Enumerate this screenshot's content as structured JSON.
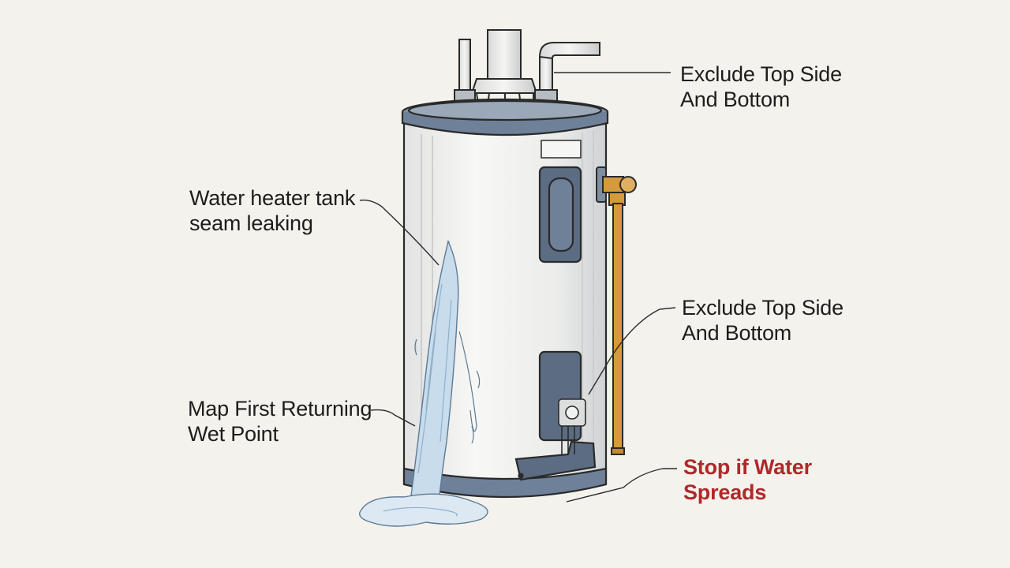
{
  "callouts": {
    "top_right": {
      "line1": "Exclude Top Side",
      "line2": "And Bottom"
    },
    "left_upper": {
      "line1": "Water heater tank",
      "line2": "seam leaking"
    },
    "right_middle": {
      "line1": "Exclude Top Side",
      "line2": "And Bottom"
    },
    "left_lower": {
      "line1": "Map First Returning",
      "line2": "Wet Point"
    },
    "bottom_right": {
      "line1": "Stop if Water",
      "line2": "Spreads"
    }
  },
  "colors": {
    "background": "#f4f2ec",
    "tank_body": "#eeeeec",
    "tank_cap": "#6f8199",
    "panel": "#5b6c83",
    "pipe_brass": "#d49a3c",
    "water": "#c9dcec",
    "warning_text": "#b0282a"
  },
  "icons": [
    "water-heater-illustration",
    "water-leak-icon",
    "relief-valve-icon",
    "thermostat-icon"
  ]
}
